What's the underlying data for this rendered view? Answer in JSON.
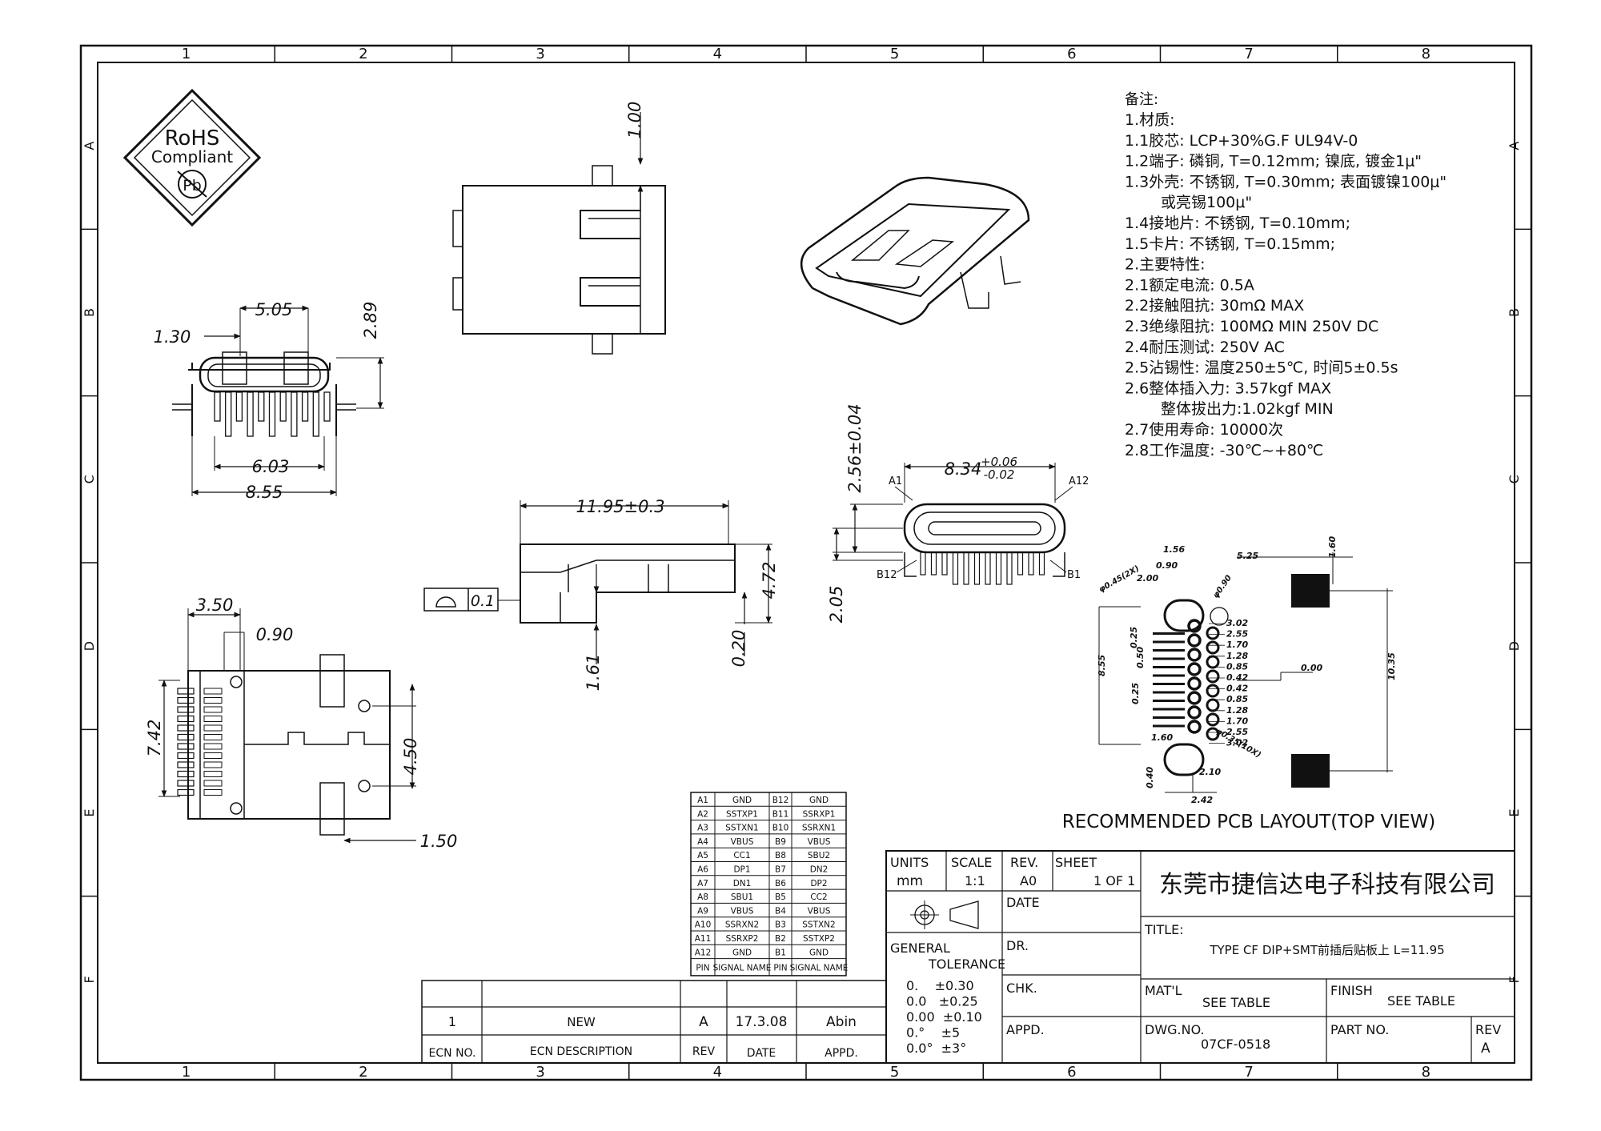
{
  "border": {
    "columns": [
      "1",
      "2",
      "3",
      "4",
      "5",
      "6",
      "7",
      "8"
    ],
    "rows": [
      "A",
      "B",
      "C",
      "D",
      "E",
      "F"
    ]
  },
  "rohs": {
    "line1": "RoHS",
    "line2": "Compliant",
    "symbol": "Pb"
  },
  "notes": {
    "heading": "备注:",
    "lines": [
      "1.材质:",
      "1.1胶芯: LCP+30%G.F UL94V-0",
      "1.2端子: 磷铜, T=0.12mm; 镍底, 镀金1μ\"",
      "1.3外壳: 不锈钢, T=0.30mm; 表面镀镍100μ\"",
      "或亮锡100μ\"",
      "1.4接地片: 不锈钢, T=0.10mm;",
      "1.5卡片: 不锈钢, T=0.15mm;",
      "2.主要特性:",
      "2.1额定电流: 0.5A",
      "2.2接触阻抗: 30mΩ MAX",
      "2.3绝缘阻抗: 100MΩ MIN 250V DC",
      "2.4耐压测试: 250V AC",
      "2.5沾锡性: 温度250±5℃, 时间5±0.5s",
      "2.6整体插入力: 3.57kgf MAX",
      "整体拔出力:1.02kgf MIN",
      "2.7使用寿命: 10000次",
      "2.8工作温度: -30℃~+80℃"
    ]
  },
  "dims": {
    "front": {
      "d505": "5.05",
      "d130": "1.30",
      "d289": "2.89",
      "d603": "6.03",
      "d855": "8.55"
    },
    "top": {
      "d100": "1.00"
    },
    "side": {
      "d1195": "11.95±0.3",
      "d472": "4.72",
      "d161": "1.61",
      "d020": "0.20",
      "flat": "0.1"
    },
    "bottom": {
      "d350": "3.50",
      "d090": "0.90",
      "d742": "7.42",
      "d450": "4.50",
      "d150": "1.50"
    },
    "end": {
      "d256": "2.56±0.04",
      "d834": "8.34",
      "d834tol_up": "+0.06",
      "d834tol_dn": "-0.02",
      "d205": "2.05",
      "A1": "A1",
      "A12": "A12",
      "B12": "B12",
      "B1": "B1"
    }
  },
  "pcb": {
    "caption": "RECOMMENDED PCB LAYOUT(TOP VIEW)",
    "top_dims": [
      "1.56",
      "0.90",
      "2.00",
      "5.25",
      "1.60"
    ],
    "hole_labels": [
      "φ0.45(2X)",
      "φ0.90",
      "φ0.35(10X)"
    ],
    "right_dims": [
      "3.02",
      "2.55",
      "1.70",
      "1.28",
      "0.85",
      "0.42",
      "0.42",
      "0.85",
      "1.28",
      "1.70",
      "2.55",
      "3.02"
    ],
    "center": "0.00",
    "overall": "10.35",
    "left_dims": [
      "8.55",
      "0.50",
      "0.25",
      "0.25"
    ],
    "bottom_dims": [
      "1.60",
      "2.10",
      "0.40",
      "2.42"
    ]
  },
  "signal_table": {
    "rows": [
      [
        "A1",
        "GND",
        "B12",
        "GND"
      ],
      [
        "A2",
        "SSTXP1",
        "B11",
        "SSRXP1"
      ],
      [
        "A3",
        "SSTXN1",
        "B10",
        "SSRXN1"
      ],
      [
        "A4",
        "VBUS",
        "B9",
        "VBUS"
      ],
      [
        "A5",
        "CC1",
        "B8",
        "SBU2"
      ],
      [
        "A6",
        "DP1",
        "B7",
        "DN2"
      ],
      [
        "A7",
        "DN1",
        "B6",
        "DP2"
      ],
      [
        "A8",
        "SBU1",
        "B5",
        "CC2"
      ],
      [
        "A9",
        "VBUS",
        "B4",
        "VBUS"
      ],
      [
        "A10",
        "SSRXN2",
        "B3",
        "SSTXN2"
      ],
      [
        "A11",
        "SSRXP2",
        "B2",
        "SSTXP2"
      ],
      [
        "A12",
        "GND",
        "B1",
        "GND"
      ]
    ],
    "header": [
      "PIN",
      "SIGNAL NAME",
      "PIN",
      "SIGNAL NAME"
    ]
  },
  "revision": {
    "row": {
      "ecn": "1",
      "desc": "NEW",
      "rev": "A",
      "date": "17.3.08",
      "appd": "Abin"
    },
    "header": {
      "ecn": "ECN NO.",
      "desc": "ECN  DESCRIPTION",
      "rev": "REV",
      "date": "DATE",
      "appd": "APPD."
    }
  },
  "title_block": {
    "units_label": "UNITS",
    "units": "mm",
    "scale_label": "SCALE",
    "scale": "1:1",
    "rev_label": "REV.",
    "rev": "A0",
    "sheet_label": "SHEET",
    "sheet": "1 OF 1",
    "company": "东莞市捷信达电子科技有限公司",
    "date_label": "DATE",
    "title_label": "TITLE:",
    "title": "TYPE CF DIP+SMT前插后贴板上 L=11.95",
    "general": "GENERAL",
    "tolerance": "TOLERANCE",
    "tol_lines": [
      "0.    ±0.30",
      "0.0   ±0.25",
      "0.00  ±0.10",
      "0.°    ±5",
      "0.0°  ±3°"
    ],
    "dr_label": "DR.",
    "chk_label": "CHK.",
    "appd_label": "APPD.",
    "matl_label": "MAT'L",
    "matl": "SEE TABLE",
    "finish_label": "FINISH",
    "finish": "SEE TABLE",
    "dwg_label": "DWG.NO.",
    "dwg": "07CF-0518",
    "part_label": "PART NO.",
    "rev2_label": "REV",
    "rev2": "A"
  }
}
